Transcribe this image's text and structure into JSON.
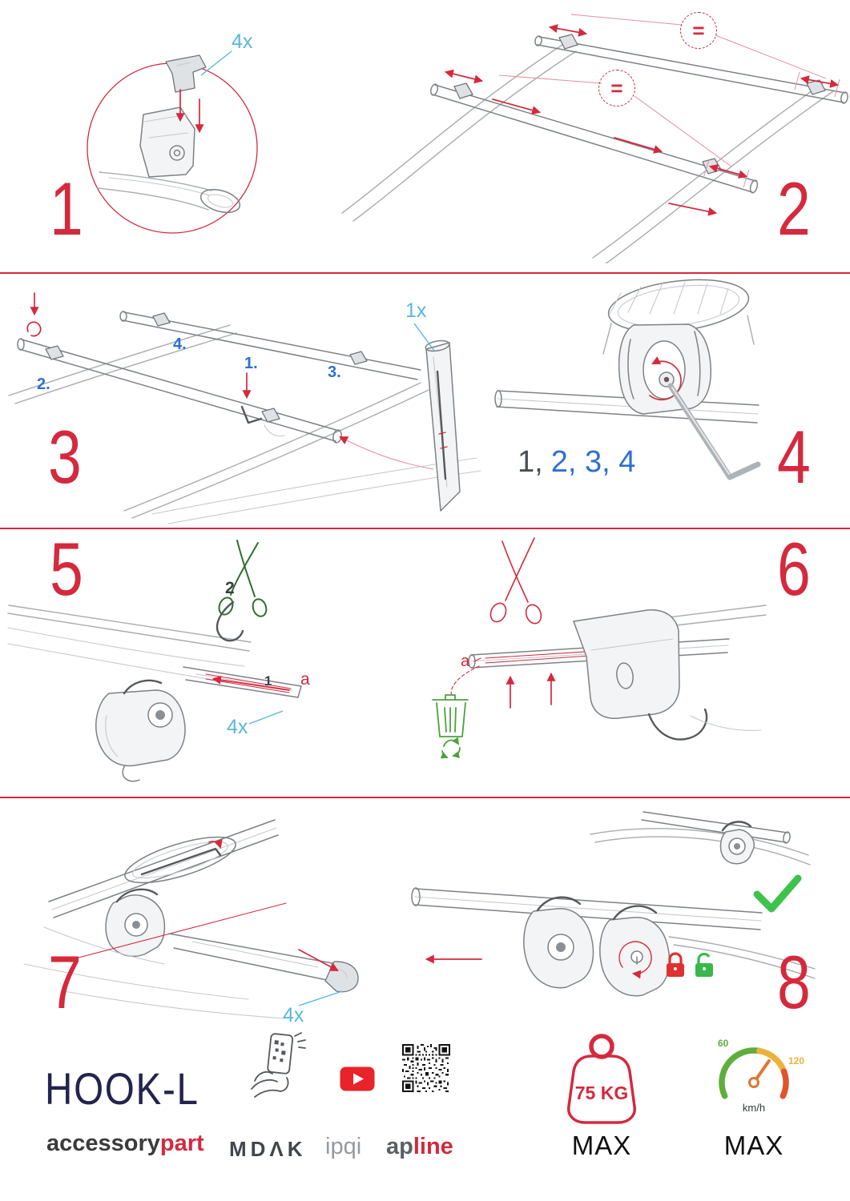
{
  "steps": {
    "step1": {
      "number": "1",
      "qty": "4x"
    },
    "step2": {
      "number": "2",
      "equal_top": "=",
      "equal_bottom": "="
    },
    "step3": {
      "number": "3",
      "qty": "1x",
      "sub_1": "1.",
      "sub_2": "2.",
      "sub_3": "3.",
      "sub_4": "4."
    },
    "step4": {
      "number": "4",
      "sequence_gray": "1,",
      "sequence_blue": "2, 3, 4"
    },
    "step5": {
      "number": "5",
      "cut_label": "2",
      "strap_label": "1",
      "letter_a": "a",
      "qty": "4x"
    },
    "step6": {
      "number": "6",
      "letter_a": "a"
    },
    "step7": {
      "number": "7",
      "qty": "4x"
    },
    "step8": {
      "number": "8"
    }
  },
  "footer": {
    "product_name": "HOOK-L",
    "brand_part1": "accessory",
    "brand_part2": "part",
    "logo_mdak": "MDΛK",
    "logo_ipqi": "ipqi",
    "logo_apline_part1": "ap",
    "logo_apline_part2": "line",
    "weight_limit": "75 KG",
    "weight_max_label": "MAX",
    "speed_scale_low": "60",
    "speed_scale_high": "120",
    "speed_unit": "km/h",
    "speed_max_label": "MAX"
  },
  "icons": {
    "step5_cut": "scissors-icon",
    "step6_cut": "scissors-icon",
    "step6_discard": "recycle-bin-icon",
    "step8_ok": "checkmark-icon",
    "step8_locked": "padlock-closed-icon",
    "step8_unlocked": "padlock-open-icon",
    "footer_scan": "phone-qr-scan-icon",
    "footer_video": "youtube-icon",
    "footer_qr": "qr-code-icon",
    "footer_load": "weight-limit-icon",
    "footer_speed": "speedometer-icon"
  },
  "colors": {
    "accent_red": "#d5293d",
    "label_blue": "#2e6fd4",
    "qty_blue": "#58b8dc",
    "brand_navy": "#23234e",
    "ok_green": "#3fc24b"
  }
}
